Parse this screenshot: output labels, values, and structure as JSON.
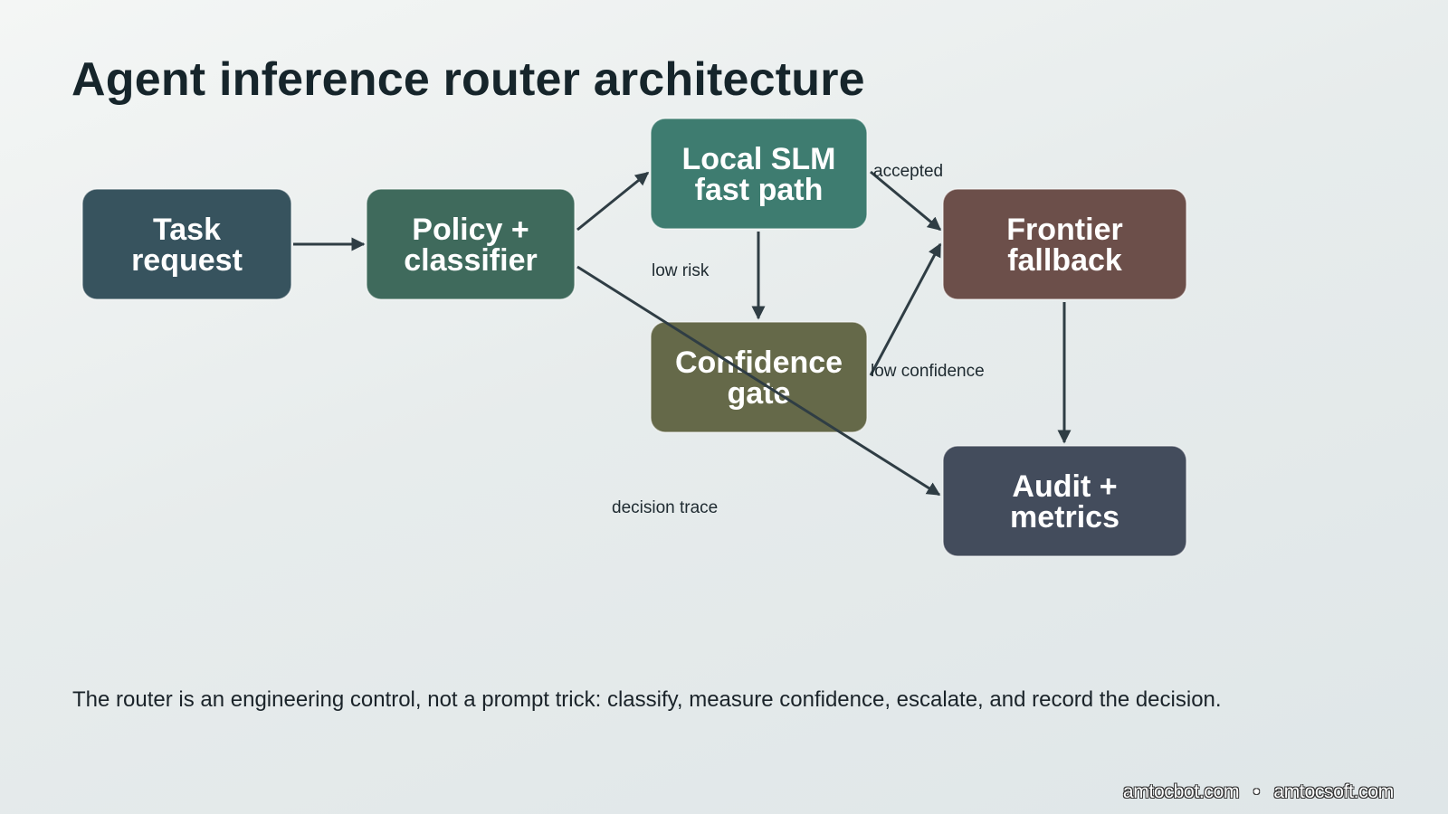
{
  "title": "Agent inference router architecture",
  "nodes": [
    {
      "id": "task",
      "lines": [
        "Task",
        "request"
      ],
      "color": "#37535e"
    },
    {
      "id": "policy",
      "lines": [
        "Policy +",
        "classifier"
      ],
      "color": "#3f6a5c"
    },
    {
      "id": "slm",
      "lines": [
        "Local SLM",
        "fast path"
      ],
      "color": "#3e7c70"
    },
    {
      "id": "gate",
      "lines": [
        "Confidence",
        "gate"
      ],
      "color": "#656949"
    },
    {
      "id": "frontier",
      "lines": [
        "Frontier",
        "fallback"
      ],
      "color": "#6c4f4a"
    },
    {
      "id": "audit",
      "lines": [
        "Audit +",
        "metrics"
      ],
      "color": "#434c5c"
    }
  ],
  "edges": [
    {
      "from": "task",
      "to": "policy",
      "label": ""
    },
    {
      "from": "policy",
      "to": "slm",
      "label": ""
    },
    {
      "from": "slm",
      "to": "gate",
      "label": "low risk"
    },
    {
      "from": "slm",
      "to": "frontier",
      "label": "accepted"
    },
    {
      "from": "gate",
      "to": "frontier",
      "label": "low confidence"
    },
    {
      "from": "policy",
      "to": "audit",
      "label": "decision trace"
    },
    {
      "from": "frontier",
      "to": "audit",
      "label": ""
    }
  ],
  "caption": "The router is an engineering control, not a prompt trick: classify, measure confidence, escalate, and record the decision.",
  "footer": {
    "site1": "amtocbot.com",
    "separator": "•",
    "site2": "amtocsoft.com"
  }
}
